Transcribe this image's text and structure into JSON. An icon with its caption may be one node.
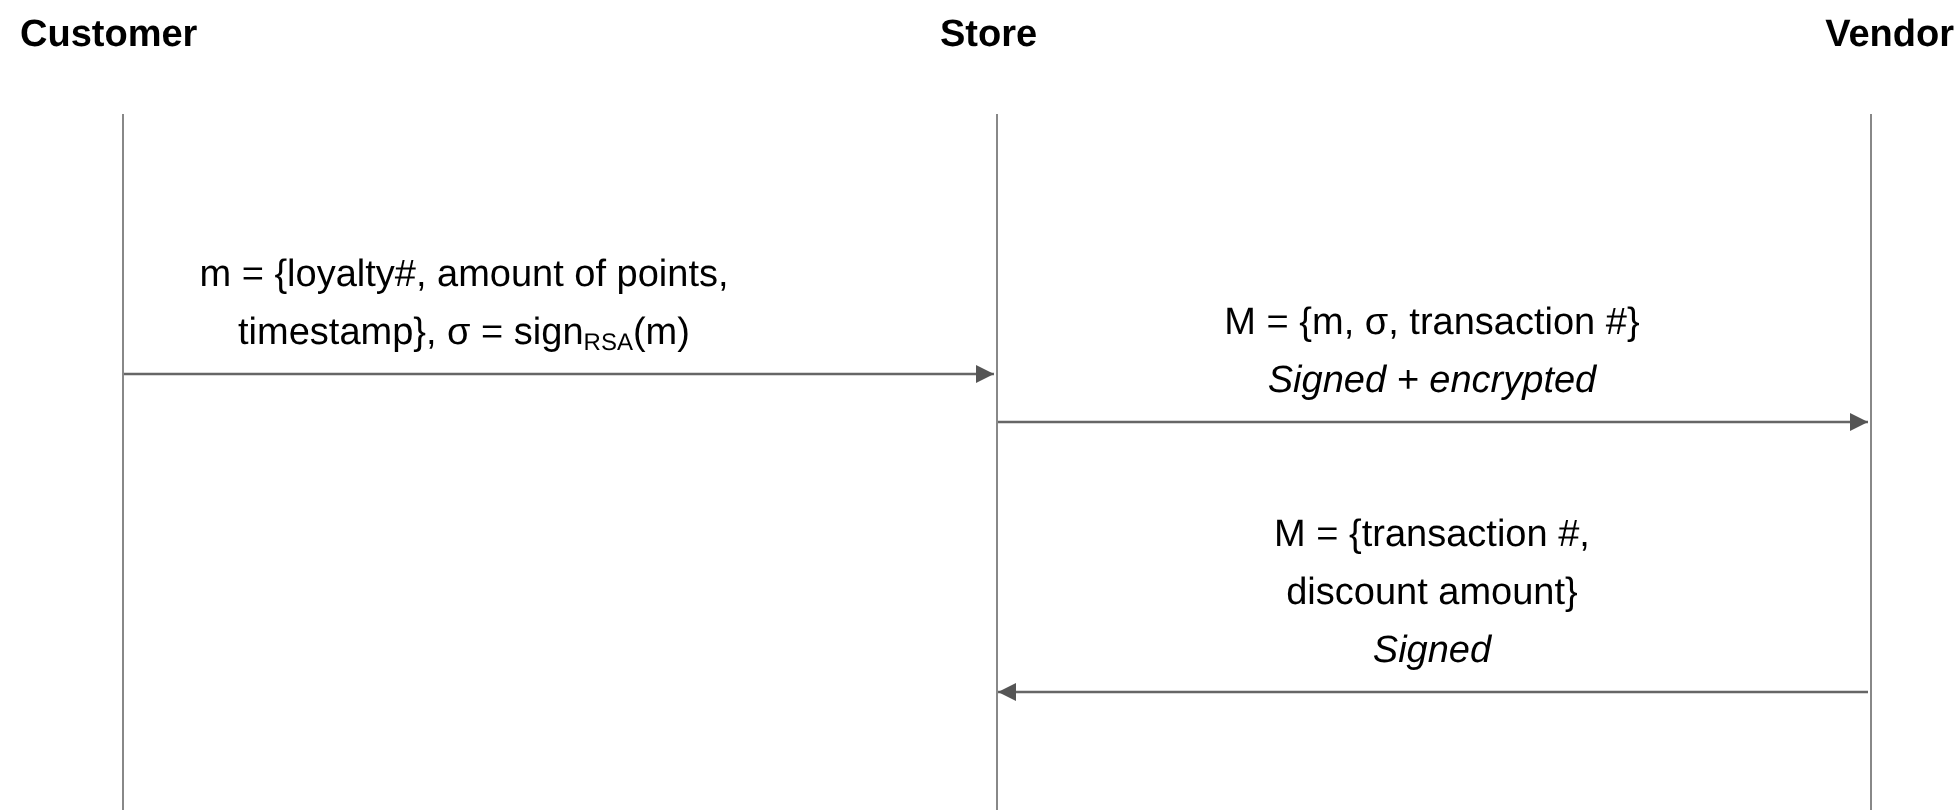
{
  "diagram": {
    "nodes": [
      {
        "text": [
          "Customer"
        ]
      },
      {
        "text": [
          "Store"
        ]
      },
      {
        "text": [
          "Vendor"
        ]
      },
      {
        "text": [],
        "shape": "line"
      },
      {
        "text": [],
        "shape": "line"
      },
      {
        "text": [],
        "shape": "line"
      }
    ],
    "edges": [
      {
        "from": 3,
        "to": 4,
        "arrow": "to",
        "label": "m = {loyalty#, amount of points, timestamp}, σ = sign$_{RSA}$(m)"
      },
      {
        "from": 4,
        "to": 5,
        "arrow": "to",
        "label": "M = {m, σ, transaction #} *Signed + encrypted*"
      },
      {
        "from": 5,
        "to": 4,
        "arrow": "to",
        "label": "M = {transaction #, discount amount} *Signed*"
      }
    ]
  }
}
